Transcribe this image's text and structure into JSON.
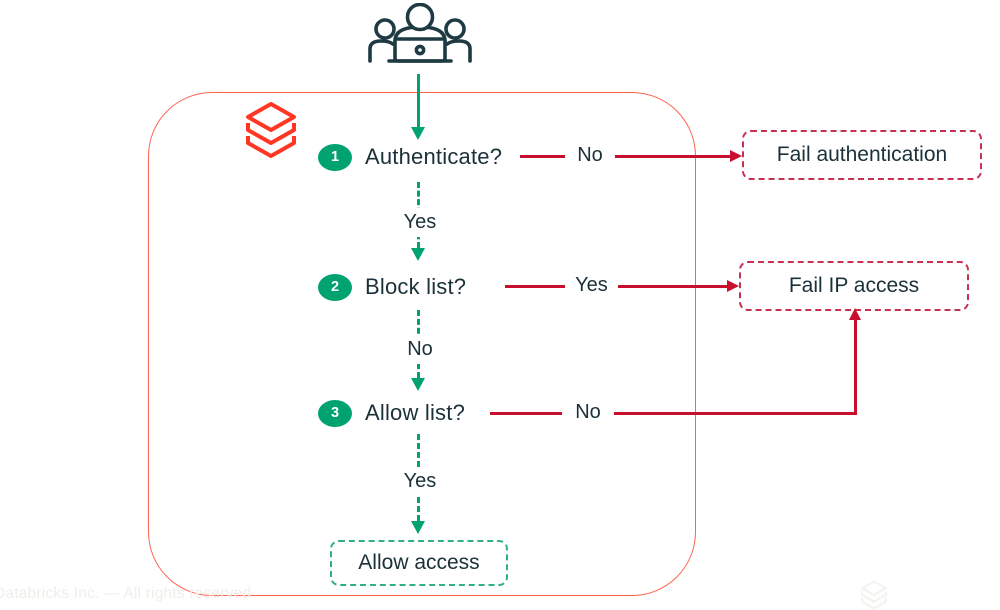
{
  "colors": {
    "green": "#00A36F",
    "green_box_border": "#2FB183",
    "red_arrow": "#C8102E",
    "fail_box_border": "#C53251",
    "boundary_border": "#FF6352",
    "brand_red": "#FF3621",
    "text_navy": "#1B3139"
  },
  "steps": [
    {
      "num": "1",
      "label": "Authenticate?",
      "branch_label": "No",
      "down_label": "Yes"
    },
    {
      "num": "2",
      "label": "Block list?",
      "branch_label": "Yes",
      "down_label": "No"
    },
    {
      "num": "3",
      "label": "Allow list?",
      "branch_label": "No",
      "down_label": "Yes"
    }
  ],
  "outcomes": {
    "fail_auth": "Fail authentication",
    "fail_ip": "Fail IP access",
    "allow": "Allow access"
  },
  "footer": "Databricks Inc. — All rights reserved"
}
